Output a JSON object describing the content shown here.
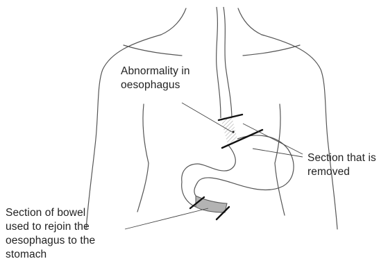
{
  "diagram": {
    "labels": {
      "abnormality": "Abnormality in\noesophagus",
      "section_removed": "Section that is\nremoved",
      "bowel_section": "Section of bowel\nused to rejoin the\noesophagus to the\nstomach"
    },
    "colors": {
      "outline": "#555555",
      "cut_line": "#111111",
      "bowel_fill": "#b3b3b3",
      "hatch": "#9a9a9a"
    }
  }
}
